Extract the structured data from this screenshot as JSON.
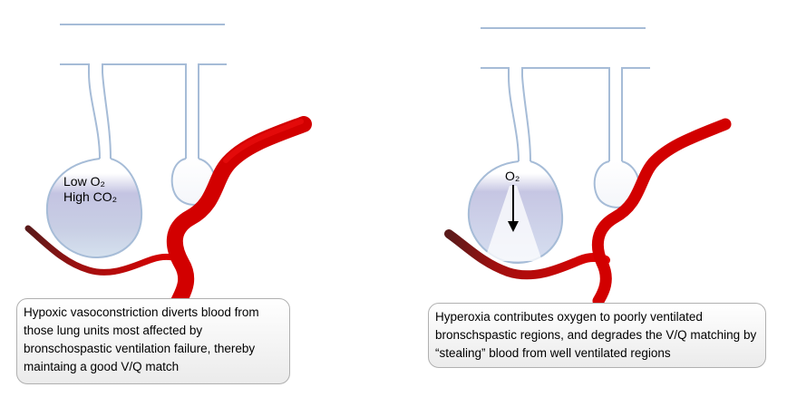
{
  "colors": {
    "airway": "#a6bcd7",
    "alveolus_fill": "#c3c3e3",
    "artery_dark": "#7a1a1a",
    "artery_red": "#e00000",
    "caption_border": "#b0b0b0"
  },
  "left_panel": {
    "gas_label_low": "Low  O₂",
    "gas_label_high": "High CO₂",
    "caption": "Hypoxic vasoconstriction diverts blood from those lung units  most affected by bronschospastic ventilation failure, thereby maintaing a good V/Q match"
  },
  "right_panel": {
    "oxygen_label": "O₂",
    "arrow_icon": "down-arrow-icon",
    "caption": "Hyperoxia contributes oxygen to poorly ventilated bronschspastic regions, and degrades the V/Q matching by “stealing” blood from well ventilated regions"
  }
}
